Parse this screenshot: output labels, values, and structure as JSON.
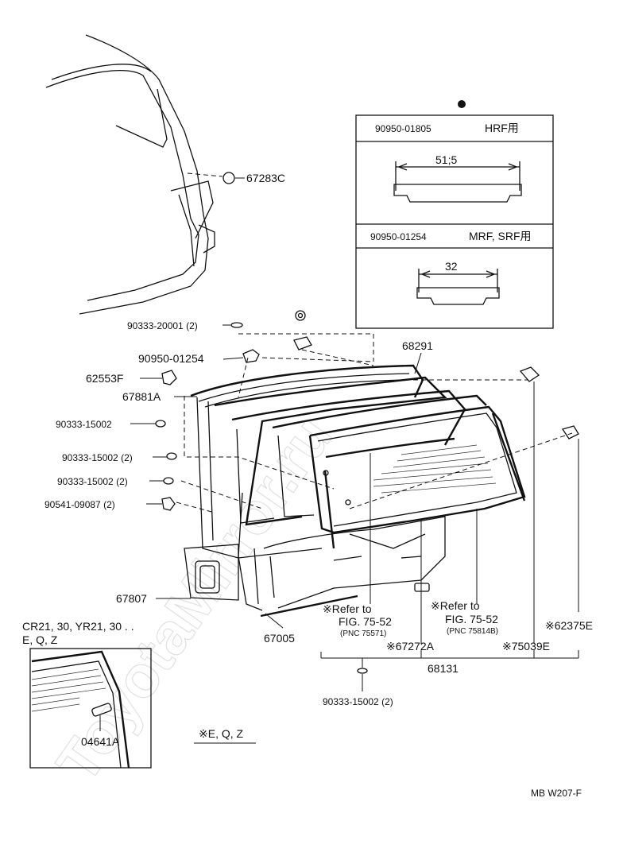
{
  "diagram_code": "MB  W207-F",
  "watermark": "ToyotaMirror.ru",
  "inset_box": {
    "row1_part": "90950-01805",
    "row1_note": "HRF用",
    "row1_dim": "51;5",
    "row2_part": "90950-01254",
    "row2_note": "MRF, SRF用",
    "row2_dim": "32"
  },
  "parts": {
    "p67283C": "67283C",
    "p90333_20001": "90333-20001 (2)",
    "p90950_01254": "90950-01254",
    "p62553F": "62553F",
    "p67881A": "67881A",
    "p90333_15002_a": "90333-15002",
    "p90333_15002_b": "90333-15002 (2)",
    "p90333_15002_c": "90333-15002 (2)",
    "p90541_09087": "90541-09087 (2)",
    "p67807": "67807",
    "p67005": "67005",
    "p68291": "68291",
    "p68131": "68131",
    "p90333_15002_bottom": "90333-15002 (2)",
    "p67272A": "※67272A",
    "p75039E": "※75039E",
    "p62375E": "※62375E",
    "p04641A": "04641A"
  },
  "refs": {
    "ref1_line1": "※Refer to",
    "ref1_line2": "FIG. 75-52",
    "ref1_line3": "(PNC 75571)",
    "ref2_line1": "※Refer to",
    "ref2_line2": "FIG. 75-52",
    "ref2_line3": "(PNC 75814B)"
  },
  "variant": {
    "line1": "CR21, 30, YR21, 30 . .",
    "line2": "E, Q, Z"
  },
  "footnote": "※E, Q, Z"
}
